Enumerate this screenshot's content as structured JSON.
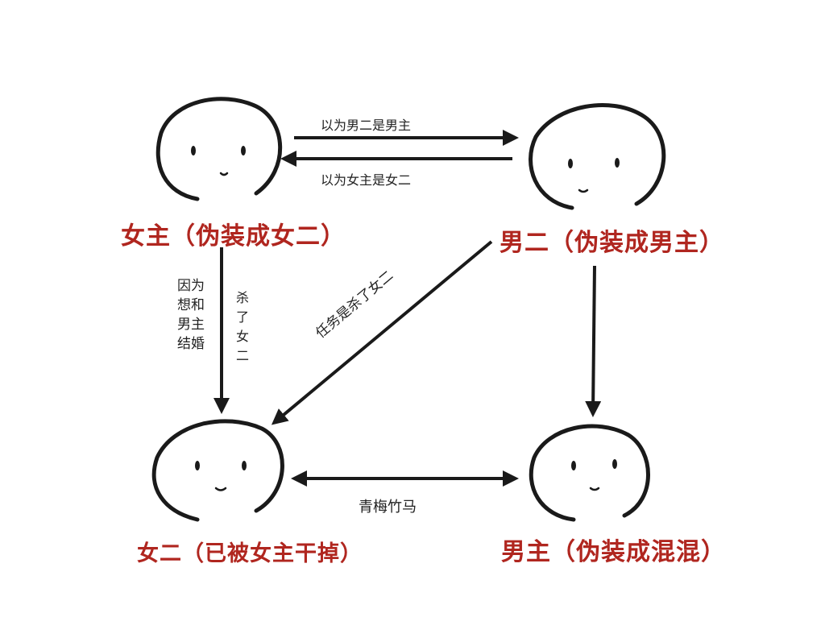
{
  "nodes": {
    "female_lead": {
      "label": "女主（伪装成女二）"
    },
    "male_second": {
      "label": "男二（伪装成男主）"
    },
    "female_second": {
      "label": "女二（已被女主干掉）"
    },
    "male_lead": {
      "label": "男主（伪装成混混）"
    }
  },
  "edges": {
    "fl_to_ms": "以为男二是男主",
    "ms_to_fl": "以为女主是女二",
    "fl_to_fs_reason": "因为想和男主结婚",
    "fl_to_fs_action": "杀了女二",
    "ms_to_fs": "任务是杀了女二",
    "fs_ml": "青梅竹马"
  },
  "colors": {
    "label": "#b0261f",
    "stroke": "#1a1a1a"
  }
}
